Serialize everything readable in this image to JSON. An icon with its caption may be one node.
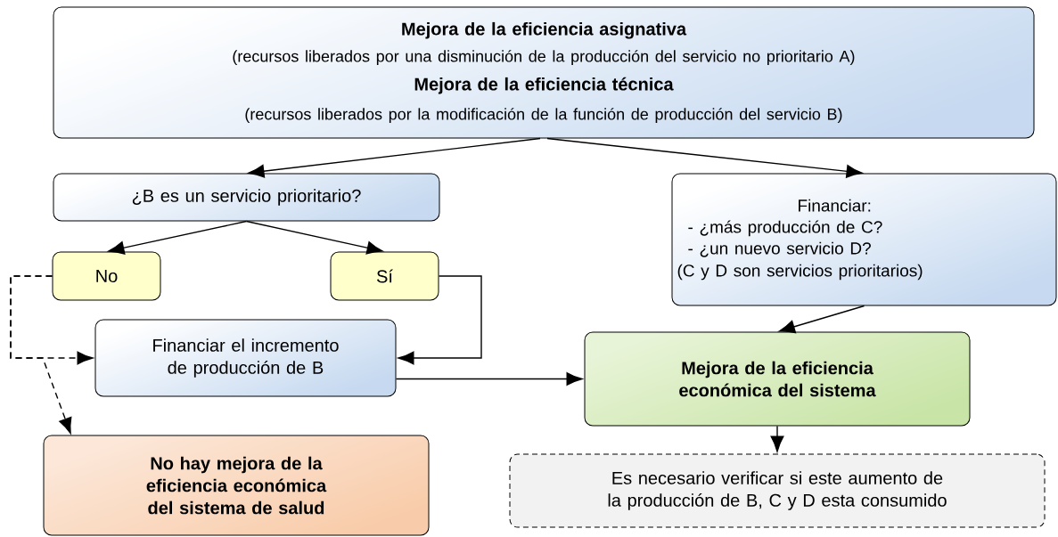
{
  "diagram": {
    "nodes": [
      {
        "text": [
          "Mejora de la eficiencia asignativa",
          "(recursos liberados por una disminución de la producción del servicio no prioritario A)",
          "Mejora de la eficiencia técnica",
          "(recursos liberados por la modificación de la función de producción del servicio B)"
        ]
      },
      {
        "text": [
          "¿B es un servicio prioritario?"
        ]
      },
      {
        "text": [
          "Financiar:",
          "- ¿más producción de C?",
          "- ¿un nuevo servicio D?",
          "(C y D son servicios prioritarios)"
        ]
      },
      {
        "text": [
          "No"
        ]
      },
      {
        "text": [
          "Sí"
        ]
      },
      {
        "text": [
          "Financiar el incremento de producción de B"
        ]
      },
      {
        "text": [
          "Mejora de la eficiencia económica del sistema"
        ]
      },
      {
        "text": [
          "No hay mejora de la eficiencia económica del sistema de salud"
        ]
      },
      {
        "text": [
          "Es necesario verificar si este aumento de la producción de B, C y D esta consumido"
        ]
      }
    ],
    "edges": [
      {
        "from": 0,
        "to": 1,
        "arrow": "to"
      },
      {
        "from": 0,
        "to": 2,
        "arrow": "to"
      },
      {
        "from": 1,
        "to": 3,
        "arrow": "to"
      },
      {
        "from": 1,
        "to": 4,
        "arrow": "to"
      },
      {
        "from": 3,
        "to": 5,
        "arrow": "to",
        "style": "dashed"
      },
      {
        "from": 3,
        "to": 7,
        "arrow": "to",
        "style": "dashed"
      },
      {
        "from": 4,
        "to": 5,
        "arrow": "to"
      },
      {
        "from": 5,
        "to": 6,
        "arrow": "to"
      },
      {
        "from": 2,
        "to": 6,
        "arrow": "to"
      },
      {
        "from": 6,
        "to": 8,
        "arrow": "to"
      }
    ]
  }
}
